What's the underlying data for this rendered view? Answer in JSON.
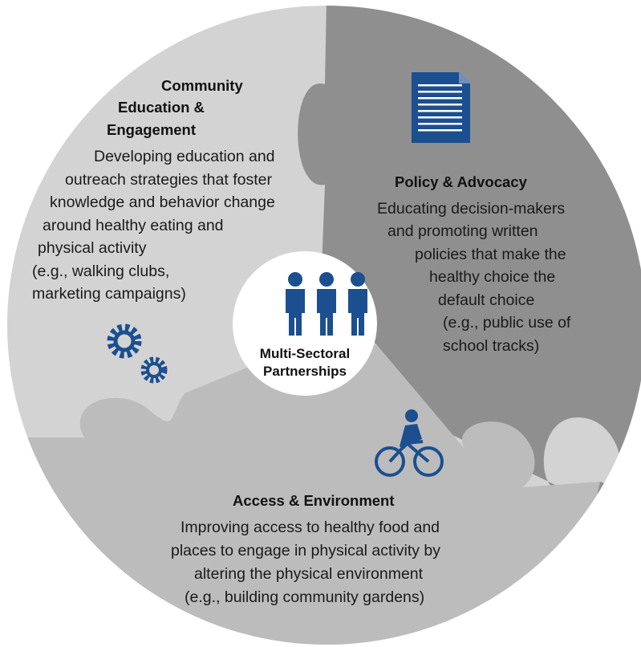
{
  "colors": {
    "light_gray": "#d3d3d3",
    "mid_gray": "#bcbcbc",
    "dark_gray": "#8f8f90",
    "accent_blue": "#1b4f8f",
    "center": "#ffffff"
  },
  "center": {
    "label_line1": "Multi-Sectoral",
    "label_line2": "Partnerships",
    "icon": "three-people-icon"
  },
  "segments": {
    "community": {
      "title_lines": [
        "Community",
        "Education &",
        "Engagement"
      ],
      "body_lines": [
        "Developing education and",
        "outreach strategies that foster",
        "knowledge and behavior change",
        "around healthy eating and",
        "physical activity",
        "(e.g., walking clubs,",
        "marketing campaigns)"
      ],
      "icon": "gears-icon"
    },
    "policy": {
      "title": "Policy & Advocacy",
      "body_lines": [
        "Educating decision-makers",
        "and promoting written",
        "policies that make the",
        "healthy choice the",
        "default choice",
        "(e.g., public use of",
        "school tracks)"
      ],
      "icon": "document-icon"
    },
    "access": {
      "title": "Access & Environment",
      "body_lines": [
        "Improving access to healthy food and",
        "places to engage in physical activity by",
        "altering the physical environment",
        "(e.g., building community gardens)"
      ],
      "icon": "cyclist-icon"
    }
  }
}
